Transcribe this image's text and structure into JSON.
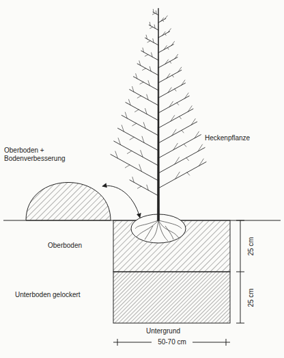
{
  "diagram": {
    "labels": [
      "Heckenpflanze",
      "Oberboden + Bodenverbesserung",
      "Oberboden",
      "Unterboden gelockert",
      "Untergrund",
      "25 cm",
      "25 cm",
      "50-70 cm"
    ]
  }
}
